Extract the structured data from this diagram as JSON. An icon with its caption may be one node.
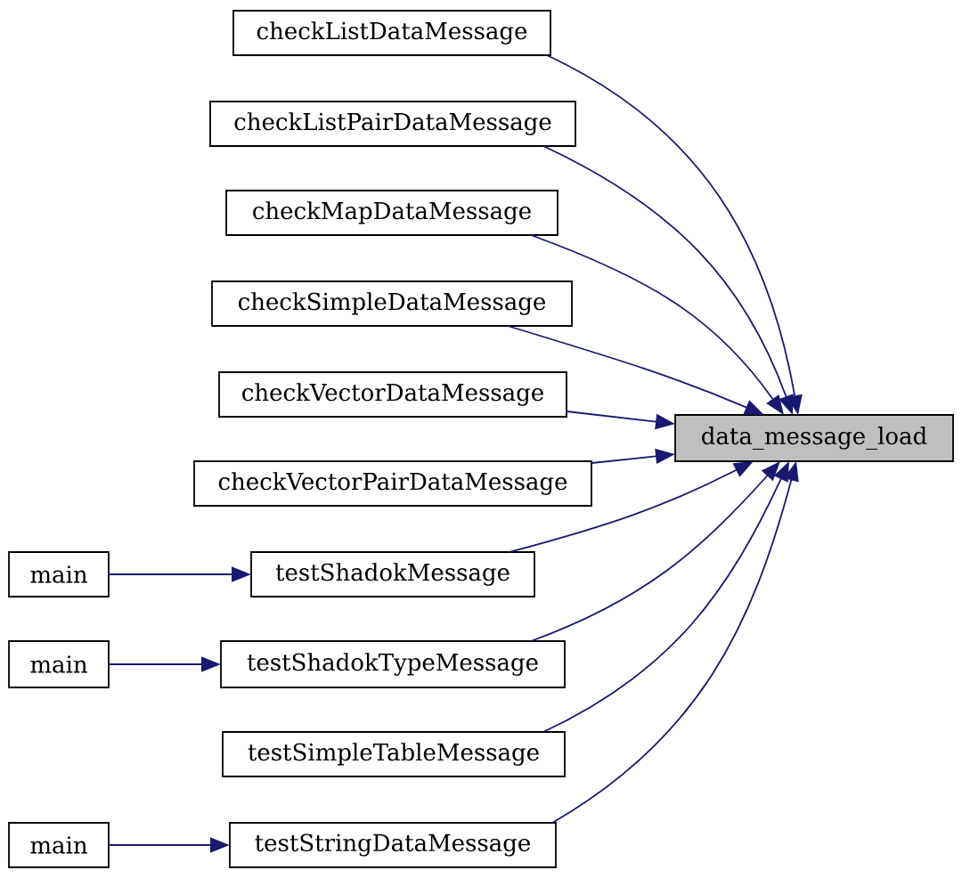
{
  "diagram": {
    "nodes": [
      {
        "text": [
          "checkListDataMessage"
        ]
      },
      {
        "text": [
          "checkListPairDataMessage"
        ]
      },
      {
        "text": [
          "checkMapDataMessage"
        ]
      },
      {
        "text": [
          "checkSimpleDataMessage"
        ]
      },
      {
        "text": [
          "checkVectorDataMessage"
        ]
      },
      {
        "text": [
          "data_message_load"
        ]
      },
      {
        "text": [
          "checkVectorPairDataMessage"
        ]
      },
      {
        "text": [
          "main"
        ]
      },
      {
        "text": [
          "testShadokMessage"
        ]
      },
      {
        "text": [
          "main"
        ]
      },
      {
        "text": [
          "testShadokTypeMessage"
        ]
      },
      {
        "text": [
          "testSimpleTableMessage"
        ]
      },
      {
        "text": [
          "main"
        ]
      },
      {
        "text": [
          "testStringDataMessage"
        ]
      }
    ],
    "edges": [
      {
        "from": 0,
        "to": 5,
        "arrow": "to"
      },
      {
        "from": 1,
        "to": 5,
        "arrow": "to"
      },
      {
        "from": 2,
        "to": 5,
        "arrow": "to"
      },
      {
        "from": 3,
        "to": 5,
        "arrow": "to"
      },
      {
        "from": 4,
        "to": 5,
        "arrow": "to"
      },
      {
        "from": 6,
        "to": 5,
        "arrow": "to"
      },
      {
        "from": 8,
        "to": 5,
        "arrow": "to"
      },
      {
        "from": 10,
        "to": 5,
        "arrow": "to"
      },
      {
        "from": 11,
        "to": 5,
        "arrow": "to"
      },
      {
        "from": 13,
        "to": 5,
        "arrow": "to"
      },
      {
        "from": 7,
        "to": 8,
        "arrow": "to"
      },
      {
        "from": 9,
        "to": 10,
        "arrow": "to"
      },
      {
        "from": 12,
        "to": 13,
        "arrow": "to"
      }
    ]
  }
}
